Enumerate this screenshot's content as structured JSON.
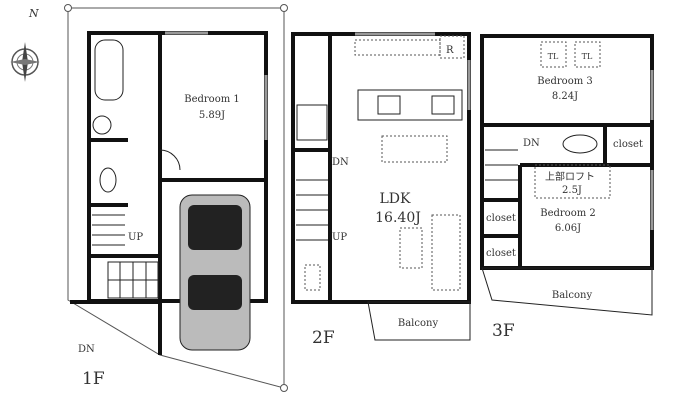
{
  "compass": {
    "north": "N"
  },
  "floor1": {
    "label": "1F",
    "bedroom1": {
      "name": "Bedroom 1",
      "size": "5.89J"
    },
    "stairs_up": "UP",
    "entry_down": "DN"
  },
  "floor2": {
    "label": "2F",
    "ldk": {
      "name": "LDK",
      "size": "16.40J"
    },
    "stairs_down": "DN",
    "stairs_up": "UP",
    "balcony": "Balcony",
    "fridge_mark": "R"
  },
  "floor3": {
    "label": "3F",
    "bedroom3": {
      "name": "Bedroom 3",
      "size": "8.24J"
    },
    "bedroom2": {
      "name": "Bedroom 2",
      "size": "6.06J"
    },
    "loft": {
      "name": "上部ロフト",
      "size": "2.5J"
    },
    "closets": [
      "closet",
      "closet",
      "closet"
    ],
    "stairs_down": "DN",
    "balcony": "Balcony",
    "skylights": [
      "TL",
      "TL"
    ]
  }
}
